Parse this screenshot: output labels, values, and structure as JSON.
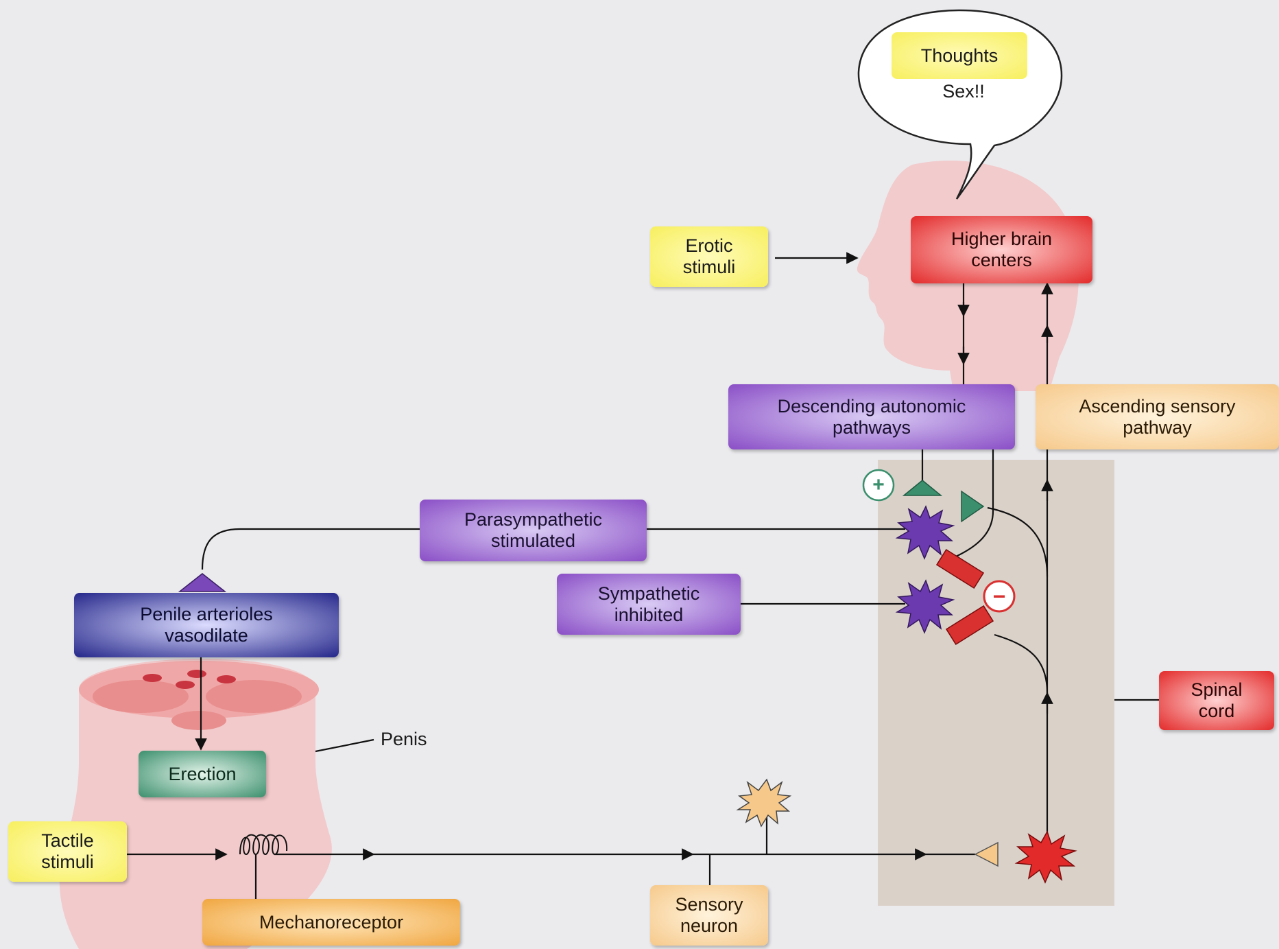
{
  "labels": {
    "thoughts": "Thoughts",
    "sex": "Sex!!",
    "erotic_stimuli": "Erotic\nstimuli",
    "higher_brain_centers": "Higher brain\ncenters",
    "descending_autonomic": "Descending autonomic\npathways",
    "ascending_sensory": "Ascending sensory\npathway",
    "parasympathetic": "Parasympathetic\nstimulated",
    "sympathetic": "Sympathetic\ninhibited",
    "penile_arterioles": "Penile arterioles\nvasodilate",
    "penis": "Penis",
    "erection": "Erection",
    "spinal_cord": "Spinal\ncord",
    "tactile_stimuli": "Tactile\nstimuli",
    "mechanoreceptor": "Mechanoreceptor",
    "sensory_neuron": "Sensory\nneuron",
    "plus_sign": "+",
    "minus_sign": "−"
  },
  "colors": {
    "stimulus_yellow": "#f7ef5e",
    "autonomic_purple": "#8a4ec6",
    "brain_red": "#e32a2a",
    "arterioles_navy": "#25278a",
    "erection_green": "#3b8f6d",
    "mechanoreceptor_orange": "#f0a640",
    "sensory_peach": "#f6c98b",
    "silhouette_pink": "#f3c6c6",
    "spinal_cord_tan": "#d9d0c6"
  }
}
